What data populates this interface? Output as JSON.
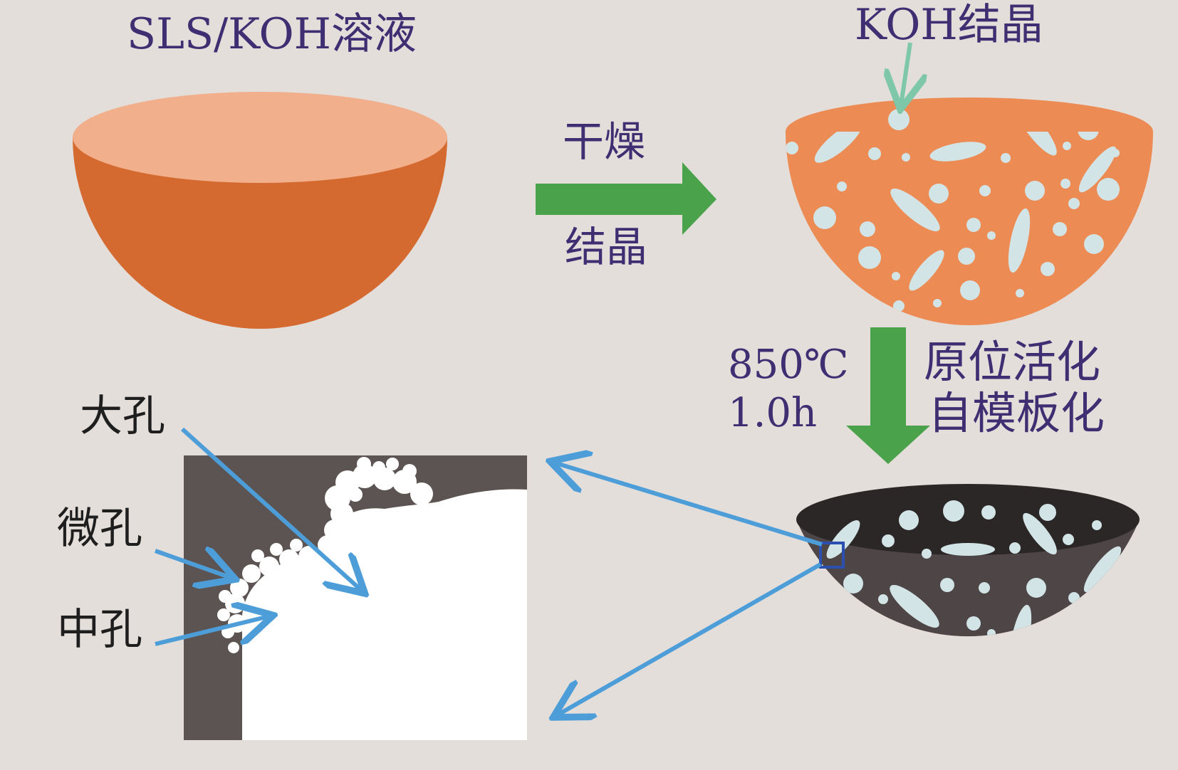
{
  "labels": {
    "solution": "SLS/KOH溶液",
    "koh_crystal": "KOH结晶",
    "drying": "干燥",
    "crystallization": "结晶",
    "temperature": "850℃",
    "duration": "1.0h",
    "in_situ_activation": "原位活化",
    "self_templating": "自模板化",
    "macropore": "大孔",
    "micropore": "微孔",
    "mesopore": "中孔"
  },
  "colors": {
    "background": "#e4dedb",
    "label_text": "#3e2f72",
    "pore_label_text": "#1e1e1e",
    "solution_bowl": "#d56a30",
    "solution_surface": "#f1af8b",
    "crystal_bowl": "#ec8b53",
    "crystal_spots": "#d3e4e6",
    "carbon_bowl": "#4e4646",
    "carbon_interior": "#2b2727",
    "process_arrow": "#4aa34a",
    "koh_pointer": "#7ec7a9",
    "zoom_lines": "#4d9ed8",
    "zoom_box": "#2b4fae",
    "pore_inset_background": "#5b5452",
    "pore_inset_solid": "#ffffff"
  },
  "icons": {
    "process_arrows": "arrow-right",
    "zoom_lines": "arrow-line",
    "pore_arrows": "arrow-line"
  }
}
